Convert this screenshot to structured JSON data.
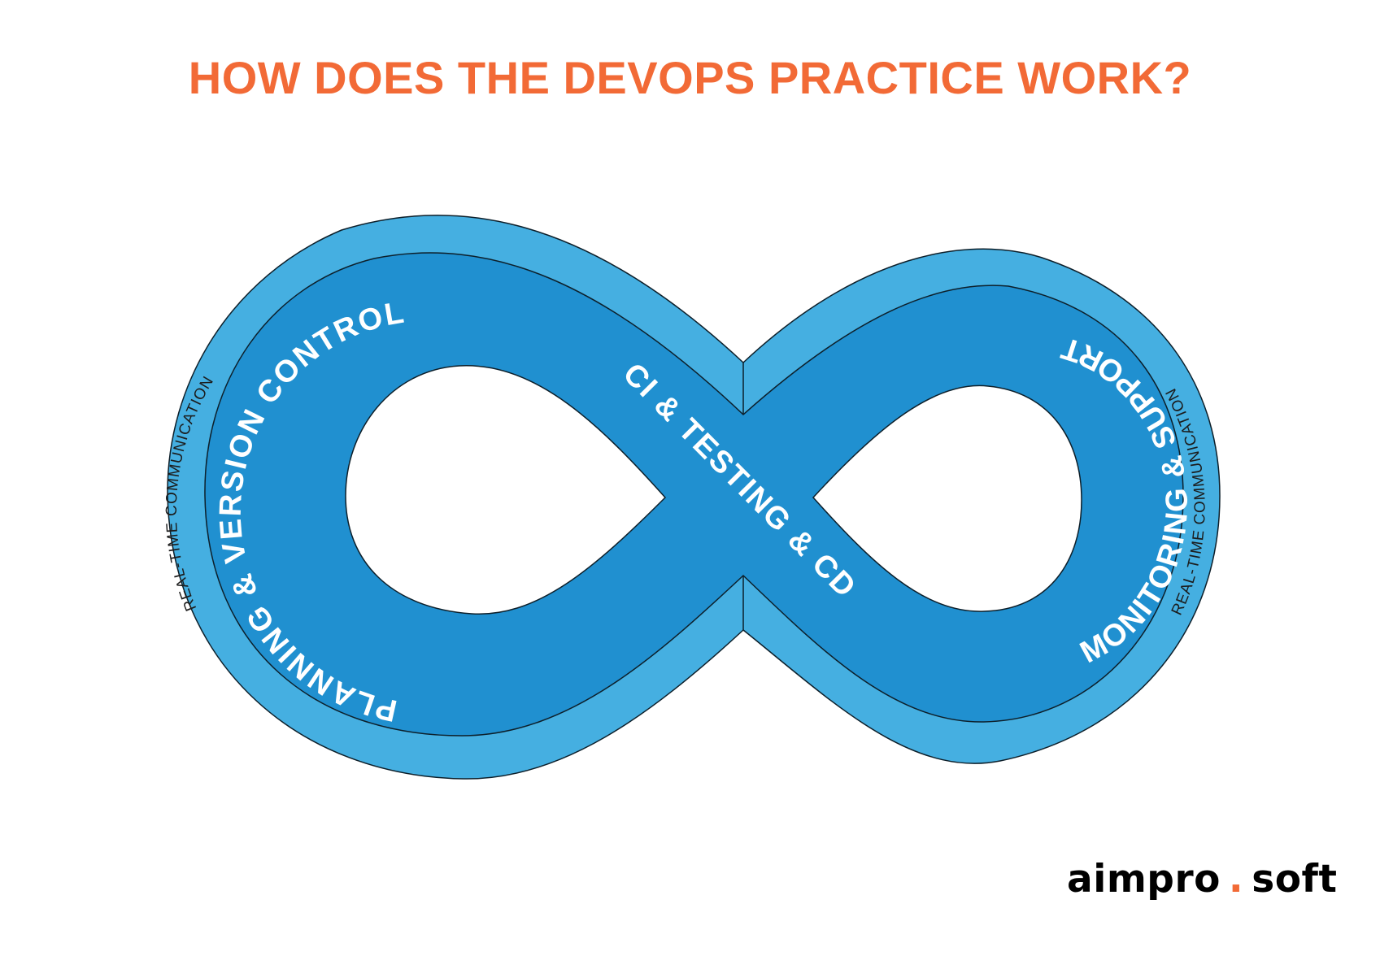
{
  "title": "HOW DOES THE DEVOPS PRACTICE WORK?",
  "stages": {
    "left": "PLANNING & VERSION CONTROL",
    "center": "CI & TESTING & CD",
    "right": "MONITORING & SUPPORT"
  },
  "ring": {
    "left": "REAL-TIME COMMUNICATION",
    "right": "REAL-TIME COMMUNICATION"
  },
  "brand": {
    "part1": "aimpro",
    "dot": ".",
    "part2": "soft"
  },
  "colors": {
    "title": "#f26a36",
    "outer_band": "#45afe1",
    "inner_band": "#2090d0",
    "label_text": "#ffffff",
    "brand_dot": "#f26a36"
  }
}
